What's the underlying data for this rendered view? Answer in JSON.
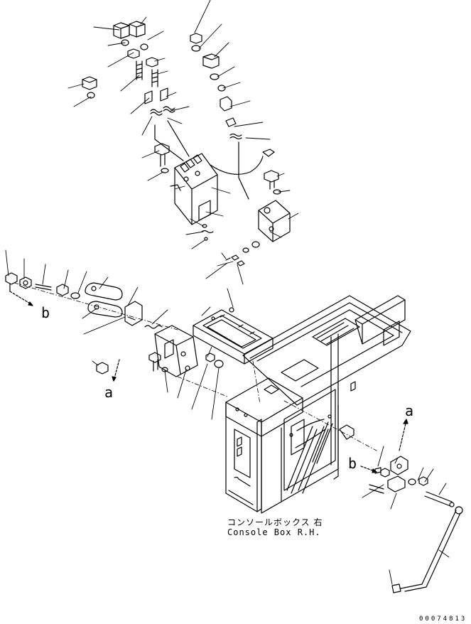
{
  "callouts": {
    "a_left": "a",
    "b_left": "b",
    "a_right": "a",
    "b_right": "b"
  },
  "caption": {
    "japanese": "コンソールボックス 右",
    "english": "Console Box R.H."
  },
  "doc_number": "00074813"
}
